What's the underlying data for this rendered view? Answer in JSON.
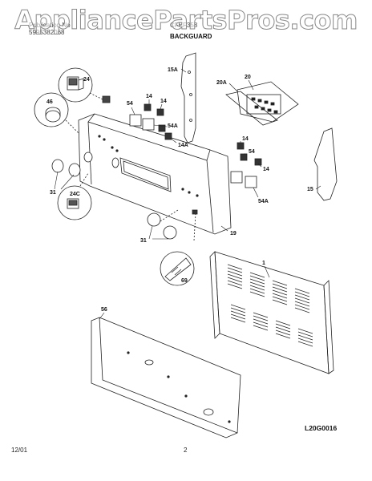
{
  "watermark": "AppliancePartsPros.com",
  "header": {
    "publication_label": "Publication No",
    "publication_number": "5995382068",
    "model": "CFEF358",
    "section_title": "BACKGUARD"
  },
  "callouts": {
    "p24": "24",
    "p46": "46",
    "p14a": "14",
    "p14b": "14",
    "p54a": "54",
    "p54Aa": "54A",
    "p14Aa": "14A",
    "p15A": "15A",
    "p20A": "20A",
    "p20": "20",
    "p31a": "31",
    "p24C": "24C",
    "p14c": "14",
    "p54b": "54",
    "p14d": "14",
    "p54Ab": "54A",
    "p15": "15",
    "p31b": "31",
    "p19": "19",
    "p69": "69",
    "p1": "1",
    "p56": "56"
  },
  "footer": {
    "drawing_code": "L20G0016",
    "date": "12/01",
    "page_number": "2"
  }
}
